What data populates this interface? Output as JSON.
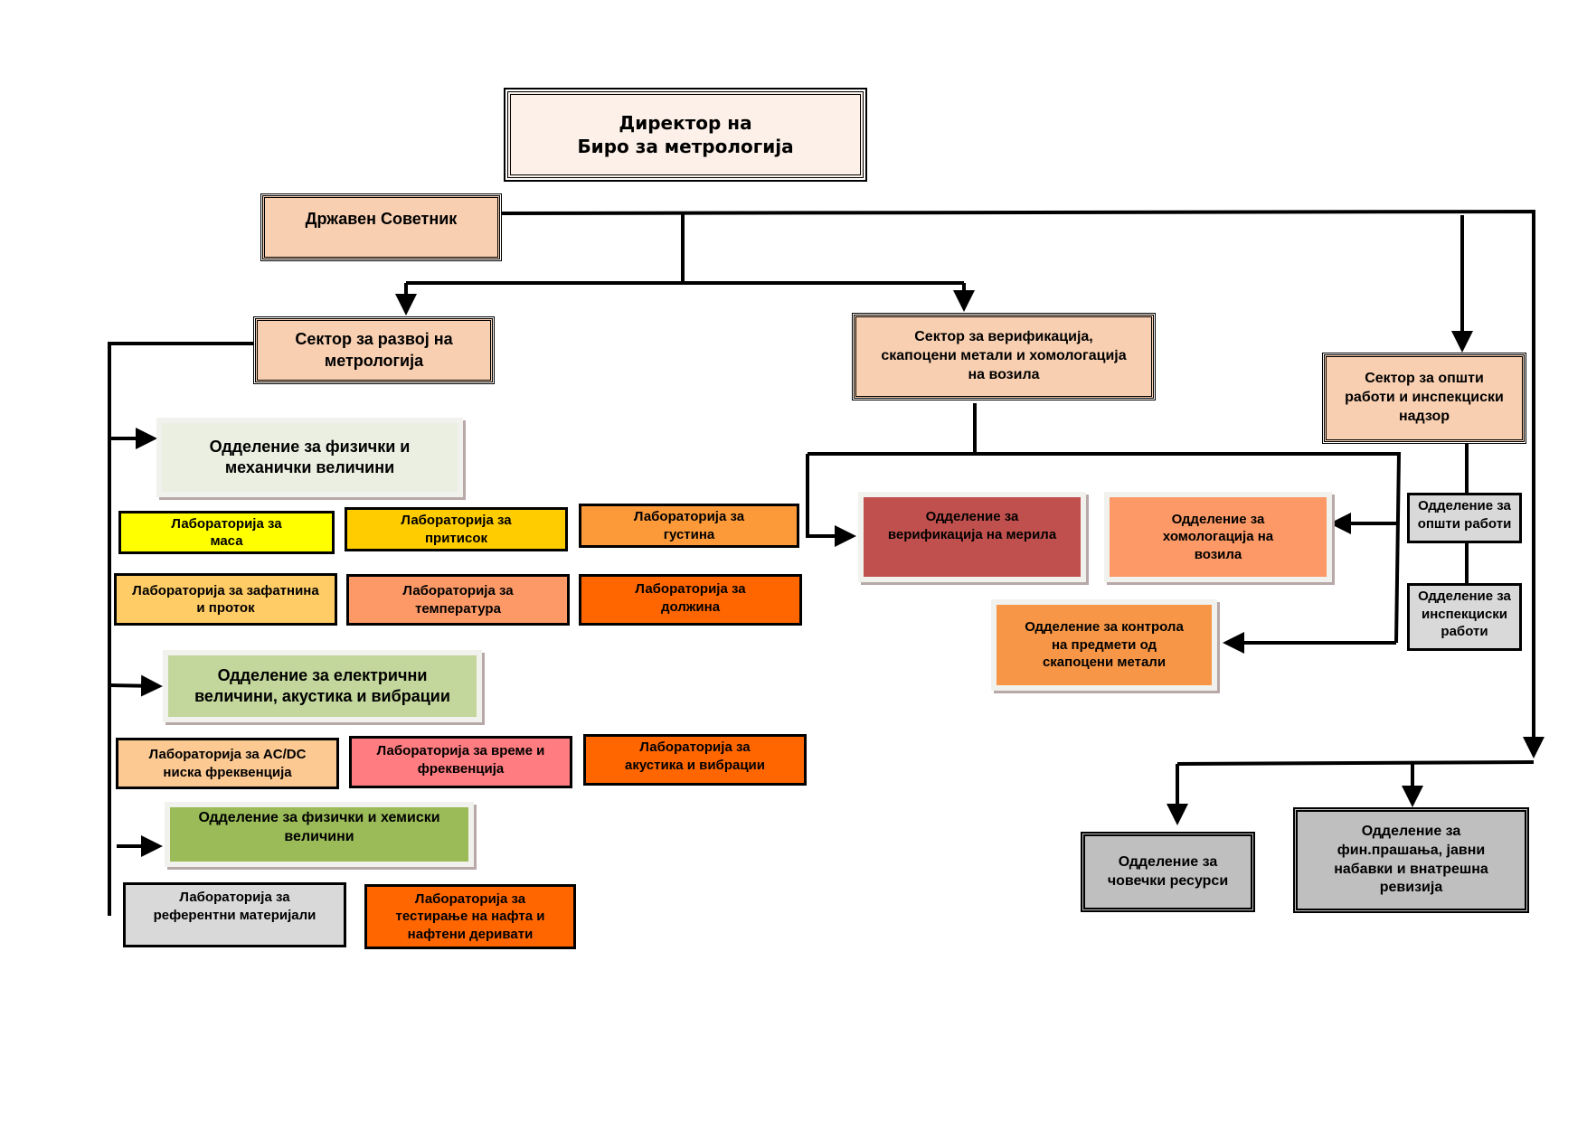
{
  "director": {
    "text": "Директор на\nБиро за метрологија",
    "color": "#fcf0e8"
  },
  "state_advisor": {
    "text": "Државен Советник",
    "color": "#f8cfb1"
  },
  "sectors": {
    "development": {
      "text": "Сектор за развој на\nметрологија",
      "color": "#f8cfb1"
    },
    "verification": {
      "text": "Сектор за верификација,\nскапоцени метали и хомологација\nна возила",
      "color": "#f8cfb1"
    },
    "general": {
      "text": "Сектор за општи\nработи и инспекциски\nнадзор",
      "color": "#f8cfb1"
    }
  },
  "development_departments": [
    {
      "text": "Одделение за  физички и\nмеханички величини",
      "color": "#ebefe1",
      "labs": [
        {
          "text": "Лабораторија за\nмаса",
          "color": "#ffff00"
        },
        {
          "text": "Лабораторија за\nпритисок",
          "color": "#ffcc00"
        },
        {
          "text": "Лабораторија за\nгустина",
          "color": "#fc9a3a"
        },
        {
          "text": "Лабораторија за зафатнина\nи проток",
          "color": "#ffcc66"
        },
        {
          "text": "Лабораторија за\nтемпература",
          "color": "#fc9966"
        },
        {
          "text": "Лабораторија за\nдолжина",
          "color": "#ff6600"
        }
      ]
    },
    {
      "text": "Одделение за електрични\nвеличини, акустика и вибрации",
      "color": "#c3d69b",
      "labs": [
        {
          "text": "Лабораторија за AC/DC\nниска фреквенција",
          "color": "#fcc993"
        },
        {
          "text": "Лабораторија за време и\nфреквенција",
          "color": "#ff7c80"
        },
        {
          "text": "Лабораторија за\nакустика и вибрации",
          "color": "#ff6600"
        }
      ]
    },
    {
      "text": "Одделение за физички и хемиски\nвеличини",
      "color": "#9bbb59",
      "labs": [
        {
          "text": "Лабораторија за\nреферентни материјали",
          "color": "#d9d9d9"
        },
        {
          "text": "Лабораторија за\nтестирање на нафта и\nнафтени деривати",
          "color": "#ff6600"
        }
      ]
    }
  ],
  "verification_departments": [
    {
      "text": "Одделение за\nверификација на мерила",
      "color": "#c0504d"
    },
    {
      "text": "Одделение  за\nхомологација  на\nвозила",
      "color": "#fc9966"
    },
    {
      "text": "Одделение за контрола\nна предмети  од\nскапоцени метали",
      "color": "#f79646"
    }
  ],
  "general_departments": [
    {
      "text": "Одделение за\nопшти работи",
      "color": "#d9d9d9"
    },
    {
      "text": "Одделение за\nинспекциски\nработи",
      "color": "#d9d9d9"
    }
  ],
  "advisor_departments": [
    {
      "text": "Одделение за\nчовечки ресурси",
      "color": "#bfbfbf"
    },
    {
      "text": "Одделение за\nфин.прашања, јавни\nнабавки и  внатрешна\nревизија",
      "color": "#bfbfbf"
    }
  ]
}
